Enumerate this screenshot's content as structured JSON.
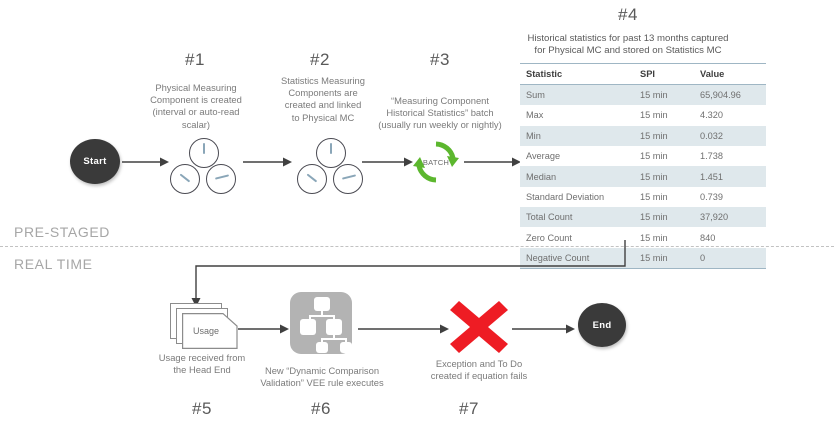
{
  "diagram": {
    "bands": {
      "prestaged_label": "PRE-STAGED",
      "realtime_label": "REAL TIME"
    },
    "nodes": {
      "start_label": "Start",
      "end_label": "End",
      "batch_label": "BATCH",
      "usage_label": "Usage"
    },
    "steps": [
      {
        "number": "#1",
        "caption": "Physical Measuring Component is created (interval  or auto-read scalar)",
        "icon": "meter-cluster-icon"
      },
      {
        "number": "#2",
        "caption": "Statistics Measuring Components are created and linked to Physical MC",
        "icon": "meter-cluster-icon"
      },
      {
        "number": "#3",
        "caption": "“Measuring Component Historical Statistics” batch (usually run weekly or nightly)",
        "icon": "batch-recycle-icon"
      },
      {
        "number": "#4",
        "caption": "Historical statistics for past 13 months captured for Physical MC and stored on Statistics MC",
        "icon": "statistics-table"
      },
      {
        "number": "#5",
        "caption": "Usage received from the Head End",
        "icon": "document-stack-icon"
      },
      {
        "number": "#6",
        "caption": "New “Dynamic Comparison Validation” VEE rule executes",
        "icon": "hierarchy-icon"
      },
      {
        "number": "#7",
        "caption": "Exception and To Do created if equation fails",
        "icon": "red-x-icon"
      }
    ],
    "statistics_table": {
      "title_line1": "Historical statistics for past 13 months captured",
      "title_line2": "for Physical MC and stored on Statistics MC",
      "columns": [
        "Statistic",
        "SPI",
        "Value"
      ],
      "rows": [
        [
          "Sum",
          "15 min",
          "65,904.96"
        ],
        [
          "Max",
          "15 min",
          "4.320"
        ],
        [
          "Min",
          "15 min",
          "0.032"
        ],
        [
          "Average",
          "15 min",
          "1.738"
        ],
        [
          "Median",
          "15 min",
          "1.451"
        ],
        [
          "Standard Deviation",
          "15 min",
          "0.739"
        ],
        [
          "Total Count",
          "15 min",
          "37,920"
        ],
        [
          "Zero Count",
          "15 min",
          "840"
        ],
        [
          "Negative Count",
          "15 min",
          "0"
        ]
      ]
    },
    "colors": {
      "node_fill": "#3a3a3a",
      "batch_green": "#5cb72e",
      "error_red": "#ee1c24",
      "table_stripe": "#dfe8ec",
      "table_rule": "#9fb6c4",
      "vee_gray": "#b3b3b3",
      "connector": "#404040",
      "band_text": "#a6a6a6"
    }
  }
}
